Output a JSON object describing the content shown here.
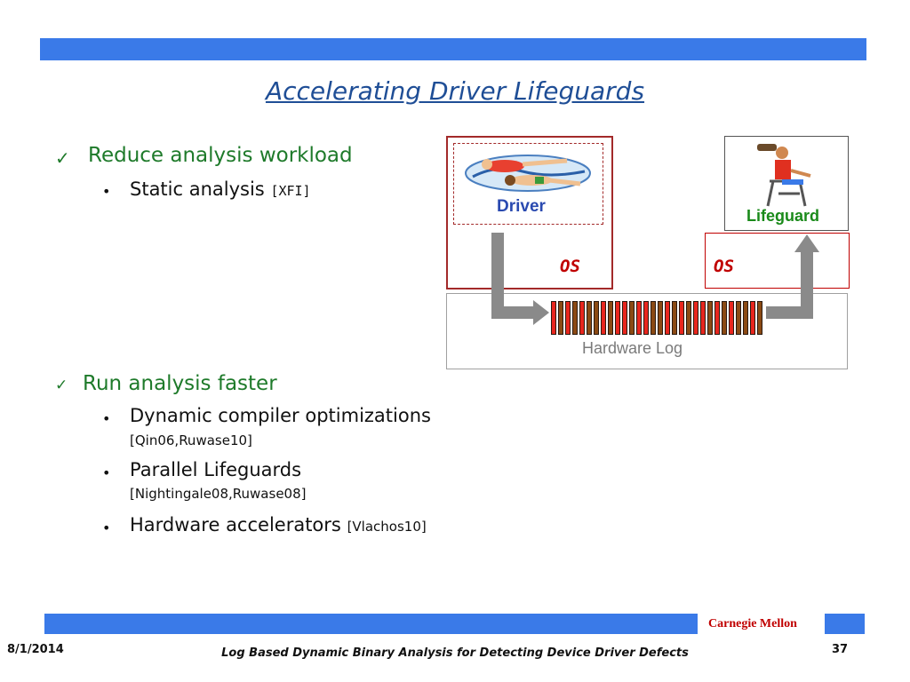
{
  "title": "Accelerating Driver Lifeguards",
  "sections": [
    {
      "heading": "Reduce analysis workload",
      "items": [
        {
          "text": "Static analysis",
          "ref": "[XFI]"
        }
      ]
    },
    {
      "heading": "Run analysis faster",
      "items": [
        {
          "text": "Dynamic compiler optimizations",
          "ref": "[Qin06,Ruwase10]"
        },
        {
          "text": "Parallel Lifeguards",
          "ref": "[Nightingale08,Ruwase08]"
        },
        {
          "text": "Hardware accelerators",
          "ref": "[Vlachos10]"
        }
      ]
    }
  ],
  "diagram": {
    "driver_label": "Driver",
    "lifeguard_label": "Lifeguard",
    "os_left": "OS",
    "os_right": "OS",
    "hw_log_label": "Hardware Log",
    "log_segment_colors": [
      "#e8261e",
      "#8b4a14",
      "#e8261e",
      "#8b4a14",
      "#e8261e",
      "#8b4a14",
      "#8b4a14",
      "#e8261e",
      "#8b4a14",
      "#e8261e",
      "#e8261e",
      "#8b4a14",
      "#e8261e",
      "#e8261e",
      "#8b4a14",
      "#8b4a14",
      "#e8261e",
      "#8b4a14",
      "#e8261e",
      "#8b4a14",
      "#e8261e",
      "#e8261e",
      "#8b4a14",
      "#e8261e",
      "#8b4a14",
      "#e8261e",
      "#8b4a14",
      "#8b4a14",
      "#e8261e",
      "#8b4a14"
    ]
  },
  "footer": {
    "brand": "Carnegie Mellon",
    "date": "8/1/2014",
    "caption": "Log Based Dynamic Binary Analysis for Detecting Device Driver Defects",
    "page": "37"
  },
  "colors": {
    "bar": "#3a7ae8",
    "title": "#1f4e96",
    "heading": "#1e7a2a",
    "os": "#c00000"
  }
}
